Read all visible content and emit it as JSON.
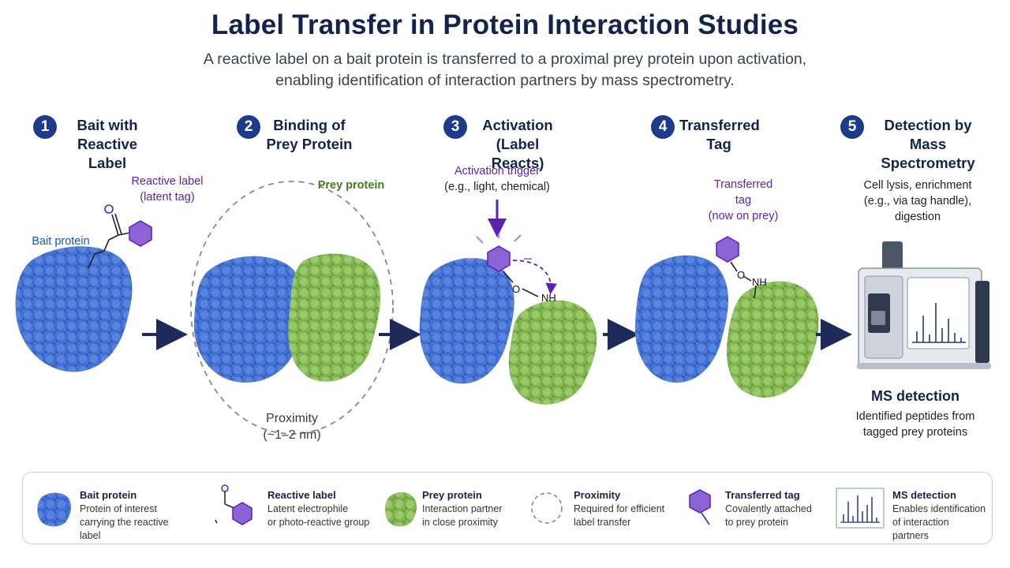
{
  "title": "Label Transfer in Protein Interaction Studies",
  "subtitle": "A reactive label on a bait protein is transferred to a proximal prey protein upon activation,\nenabling identification of interaction partners by mass spectrometry.",
  "steps": [
    {
      "num": "1",
      "title": "Bait with\nReactive Label"
    },
    {
      "num": "2",
      "title": "Binding of\nPrey Protein"
    },
    {
      "num": "3",
      "title": "Activation\n(Label Reacts)"
    },
    {
      "num": "4",
      "title": "Transferred\nTag"
    },
    {
      "num": "5",
      "title": "Detection by\nMass Spectrometry"
    }
  ],
  "labels": {
    "reactive_label": "Reactive label\n(latent tag)",
    "bait_protein": "Bait protein",
    "prey_protein": "Prey protein",
    "proximity": "Proximity\n(~1–2 nm)",
    "activation_trigger": "Activation trigger",
    "activation_examples": "(e.g., light, chemical)",
    "transferred_tag": "Transferred\ntag\n(now on prey)",
    "ms_prep": "Cell lysis, enrichment\n(e.g., via tag handle),\ndigestion",
    "ms_title": "MS detection",
    "ms_desc": "Identified peptides from\ntagged prey proteins"
  },
  "chem": {
    "o": "O",
    "nh": "NH"
  },
  "legend": [
    {
      "icon": "bait-protein-icon",
      "title": "Bait protein",
      "desc": "Protein of interest\ncarrying the reactive label"
    },
    {
      "icon": "reactive-label-icon",
      "title": "Reactive label",
      "desc": "Latent electrophile\nor photo-reactive group"
    },
    {
      "icon": "prey-protein-icon",
      "title": "Prey protein",
      "desc": "Interaction partner\nin close proximity"
    },
    {
      "icon": "proximity-icon",
      "title": "Proximity",
      "desc": "Required for efficient\nlabel transfer"
    },
    {
      "icon": "transferred-tag-icon",
      "title": "Transferred tag",
      "desc": "Covalently attached\nto prey protein"
    },
    {
      "icon": "ms-detection-icon",
      "title": "MS detection",
      "desc": "Enables identification\nof interaction partners"
    }
  ],
  "colors": {
    "bait": "#3f6fd1",
    "prey": "#7fb250",
    "tag": "#8e63d6",
    "navy": "#1e3a8a"
  }
}
